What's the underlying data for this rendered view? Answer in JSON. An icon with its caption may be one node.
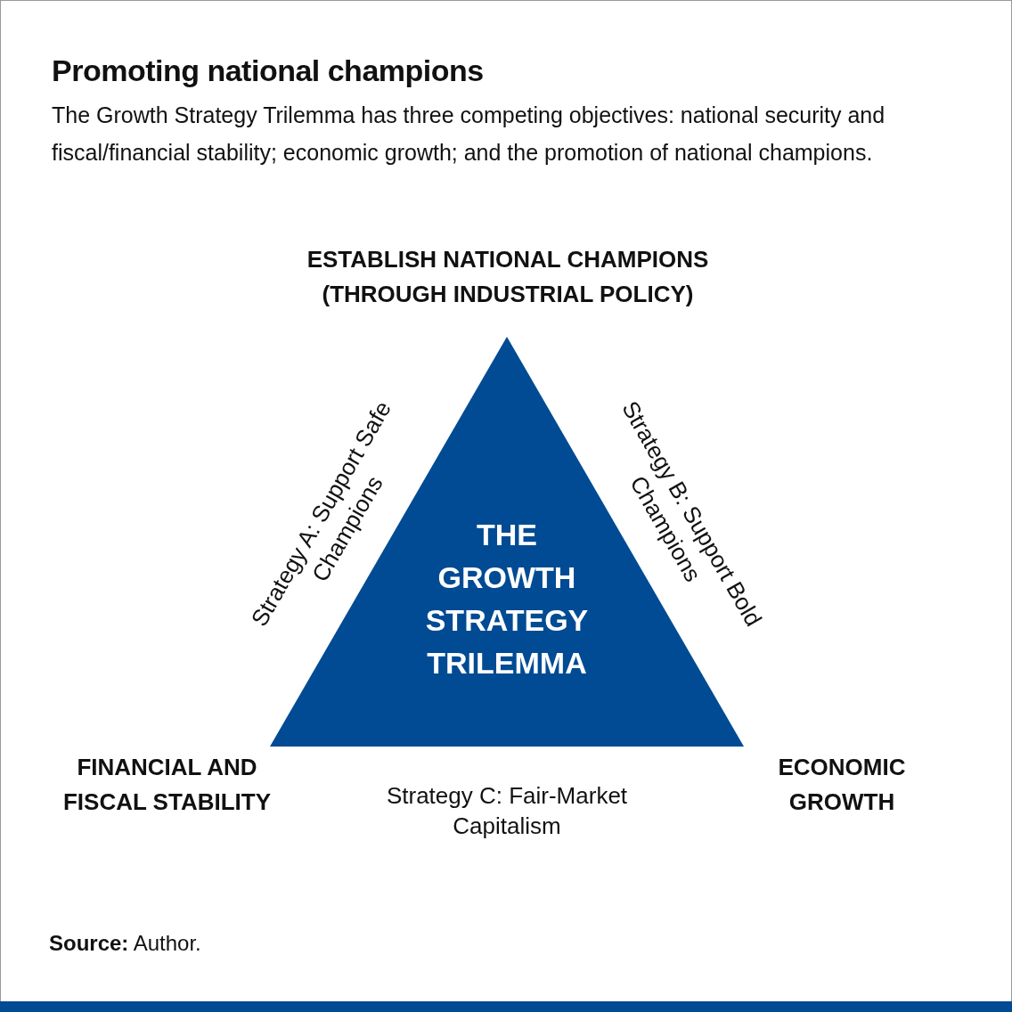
{
  "diagram": {
    "title": "Promoting national champions",
    "caption": "The Growth Strategy Trilemma has three competing objectives: national security and fiscal/financial stability; economic growth; and the promotion of national champions.",
    "nodes": [
      {
        "text": [
          "THE GROWTH STRATEGY TRILEMMA"
        ]
      }
    ],
    "labels": [
      "ESTABLISH NATIONAL CHAMPIONS (THROUGH INDUSTRIAL POLICY)",
      "Strategy A: Support Safe Champions",
      "Strategy B: Support Bold Champions",
      "FINANCIAL AND FISCAL STABILITY",
      "ECONOMIC GROWTH",
      "Strategy C: Fair-Market Capitalism",
      "**Source:** Author."
    ]
  }
}
